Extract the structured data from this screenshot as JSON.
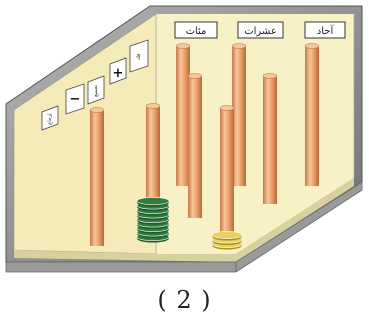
{
  "place_value_labels": {
    "hundreds": "مئات",
    "tens": "عشرات",
    "ones": "آحاد"
  },
  "wall_buttons": [
    {
      "name": "reset-button",
      "text": "إرجاع"
    },
    {
      "name": "minus-button",
      "text": "−"
    },
    {
      "name": "regroup-button",
      "text": "تجميع"
    },
    {
      "name": "plus-button",
      "text": "+"
    },
    {
      "name": "ungroup-button",
      "text": "فك"
    }
  ],
  "disk_counts": {
    "green_rod": 9,
    "yellow_rod": 3
  },
  "colors": {
    "wall": "#f8f1c6",
    "frame": "#8e8e8e",
    "rod": "#f0a76a",
    "green_disk": "#2e7d3e",
    "yellow_disk": "#e8d25a"
  },
  "caption": "( 2 )"
}
